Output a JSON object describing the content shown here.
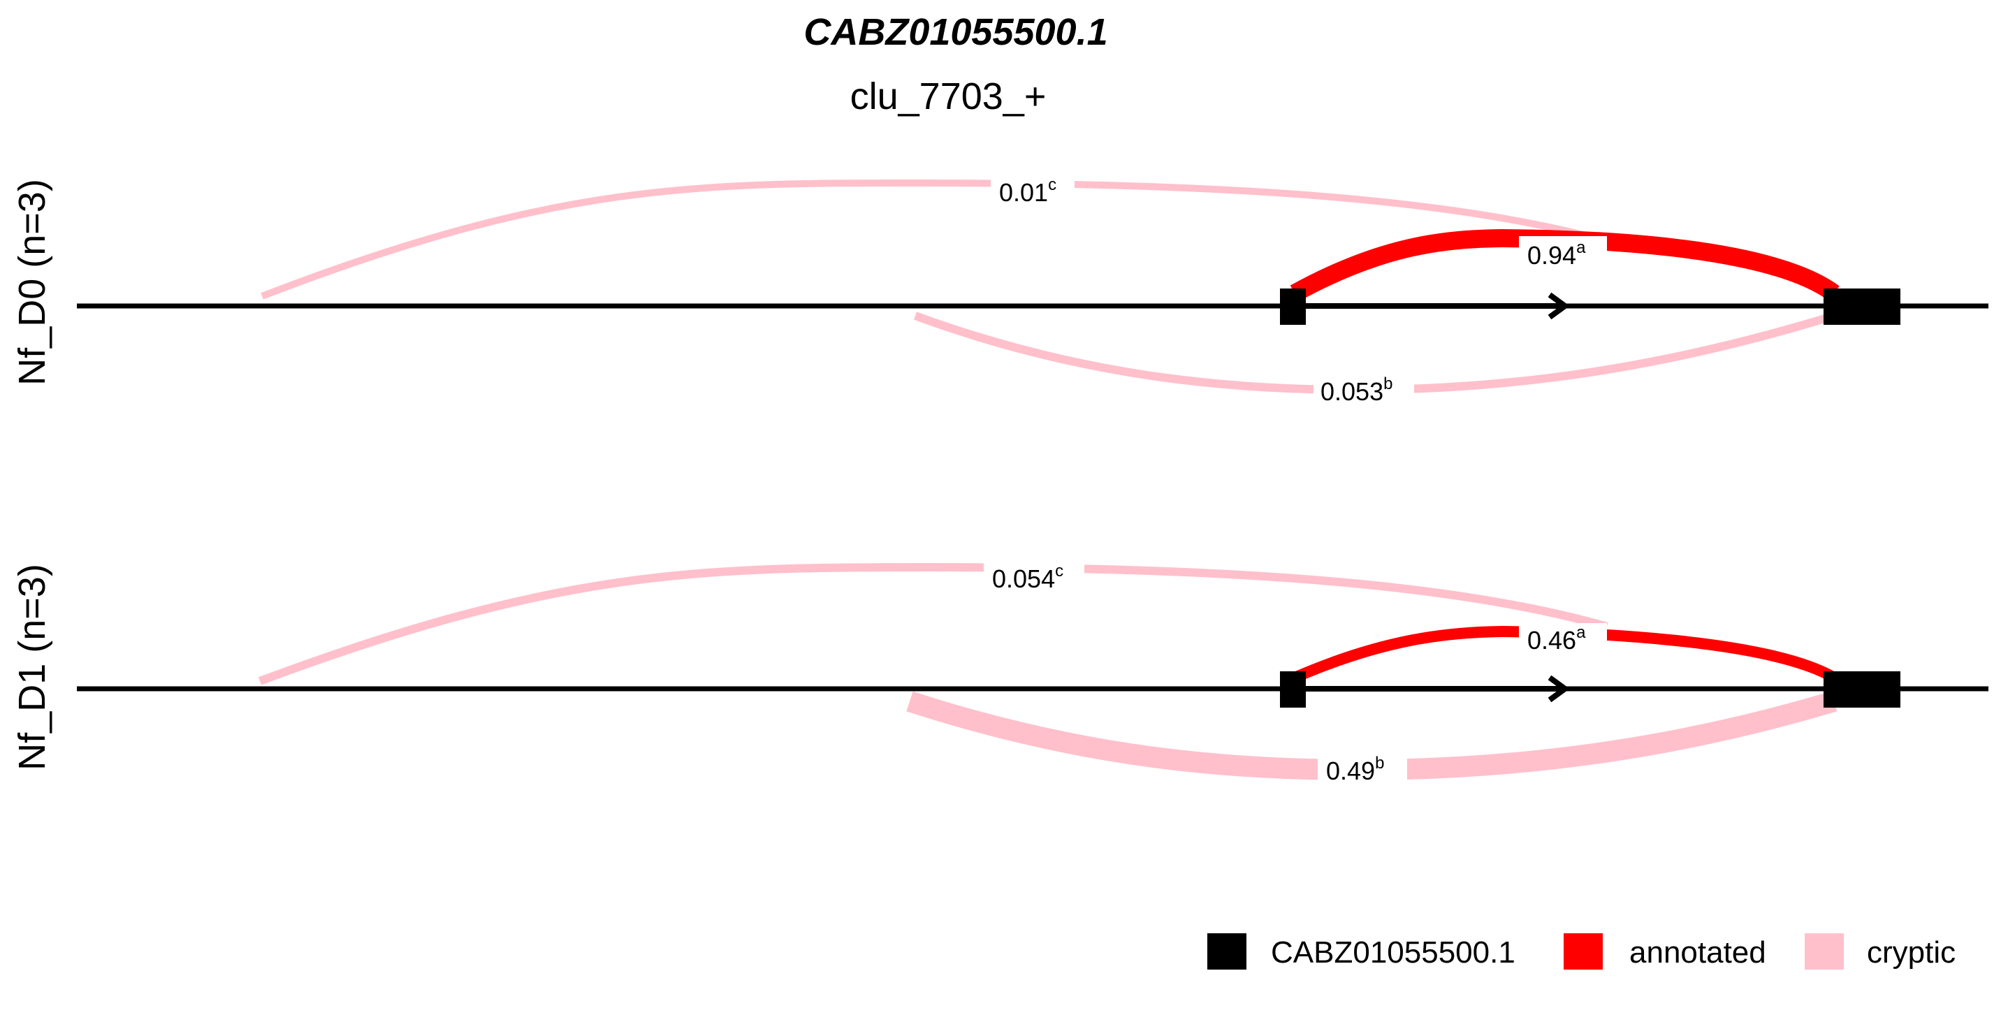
{
  "title": "CABZ01055500.1",
  "subtitle": "clu_7703_+",
  "colors": {
    "gene": "#000000",
    "annotated": "#ff0000",
    "cryptic": "#ffc0cb",
    "background": "#ffffff"
  },
  "panels": [
    {
      "label": "Nf_D0 (n=3)",
      "junctions": [
        {
          "id": "c",
          "value": "0.01",
          "sup": "c",
          "type": "cryptic",
          "side": "top",
          "weight": 0.01
        },
        {
          "id": "a",
          "value": "0.94",
          "sup": "a",
          "type": "annotated",
          "side": "top",
          "weight": 0.94
        },
        {
          "id": "b",
          "value": "0.053",
          "sup": "b",
          "type": "cryptic",
          "side": "bottom",
          "weight": 0.053
        }
      ]
    },
    {
      "label": "Nf_D1 (n=3)",
      "junctions": [
        {
          "id": "c",
          "value": "0.054",
          "sup": "c",
          "type": "cryptic",
          "side": "top",
          "weight": 0.054
        },
        {
          "id": "a",
          "value": "0.46",
          "sup": "a",
          "type": "annotated",
          "side": "top",
          "weight": 0.46
        },
        {
          "id": "b",
          "value": "0.49",
          "sup": "b",
          "type": "cryptic",
          "side": "bottom",
          "weight": 0.49
        }
      ]
    }
  ],
  "legend": [
    {
      "label": "CABZ01055500.1",
      "color": "#000000"
    },
    {
      "label": "annotated",
      "color": "#ff0000"
    },
    {
      "label": "cryptic",
      "color": "#ffc0cb"
    }
  ]
}
